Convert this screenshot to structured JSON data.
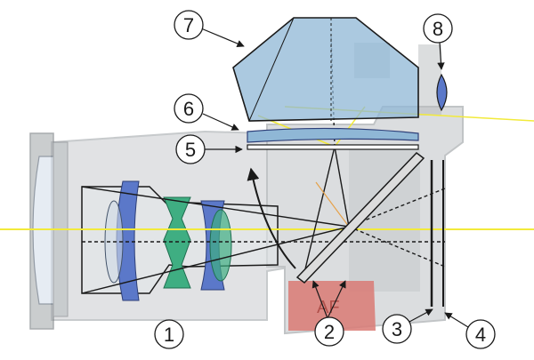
{
  "callouts": [
    {
      "id": "1",
      "label": "1"
    },
    {
      "id": "2",
      "label": "2"
    },
    {
      "id": "3",
      "label": "3"
    },
    {
      "id": "4",
      "label": "4"
    },
    {
      "id": "5",
      "label": "5"
    },
    {
      "id": "6",
      "label": "6"
    },
    {
      "id": "7",
      "label": "7"
    },
    {
      "id": "8",
      "label": "8"
    }
  ],
  "colors": {
    "body_gray": "#bfc3c6",
    "body_dark": "#8f9498",
    "lens_blue": "#5b78c9",
    "lens_green": "#3fae82",
    "prism_blue": "#8fb7d6",
    "optical_axis": "#f2ea3a",
    "mirror_red": "#d97a74",
    "outline": "#1a1a1a"
  },
  "icons": [
    "film-plane",
    "main-mirror",
    "shutter",
    "focusing-screen",
    "pentaprism",
    "eyepiece-lens"
  ]
}
